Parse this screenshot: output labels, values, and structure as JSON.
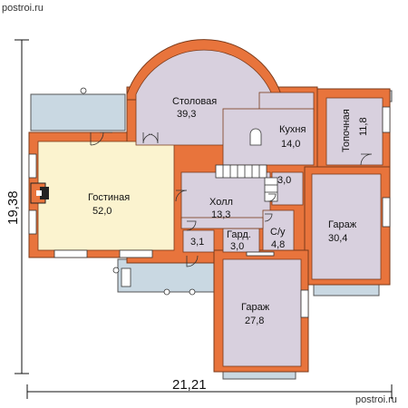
{
  "watermark_top": "postroi.ru",
  "watermark_bottom": "postroi.ru",
  "dimensions": {
    "width": "21,21",
    "height": "19,38"
  },
  "rooms": [
    {
      "name": "Столовая",
      "area": "39,3"
    },
    {
      "name": "Кухня",
      "area": "14,0"
    },
    {
      "name": "Топочная",
      "area": "11,8"
    },
    {
      "name": "Гостиная",
      "area": "52,0"
    },
    {
      "name": "Холл",
      "area": "13,3"
    },
    {
      "name": "",
      "area": "3,0"
    },
    {
      "name": "Гараж",
      "area": "30,4"
    },
    {
      "name": "С/у",
      "area": "4,8"
    },
    {
      "name": "",
      "area": "3,1"
    },
    {
      "name": "Гард.",
      "area": "3,0"
    },
    {
      "name": "Гараж",
      "area": "27,8"
    }
  ],
  "colors": {
    "wall": "#E8743C",
    "wall_outline": "#7A3A1A",
    "living_floor": "#FBF3CF",
    "room_floor": "#D8D0DE",
    "terrace_floor": "#C9D8E2"
  }
}
